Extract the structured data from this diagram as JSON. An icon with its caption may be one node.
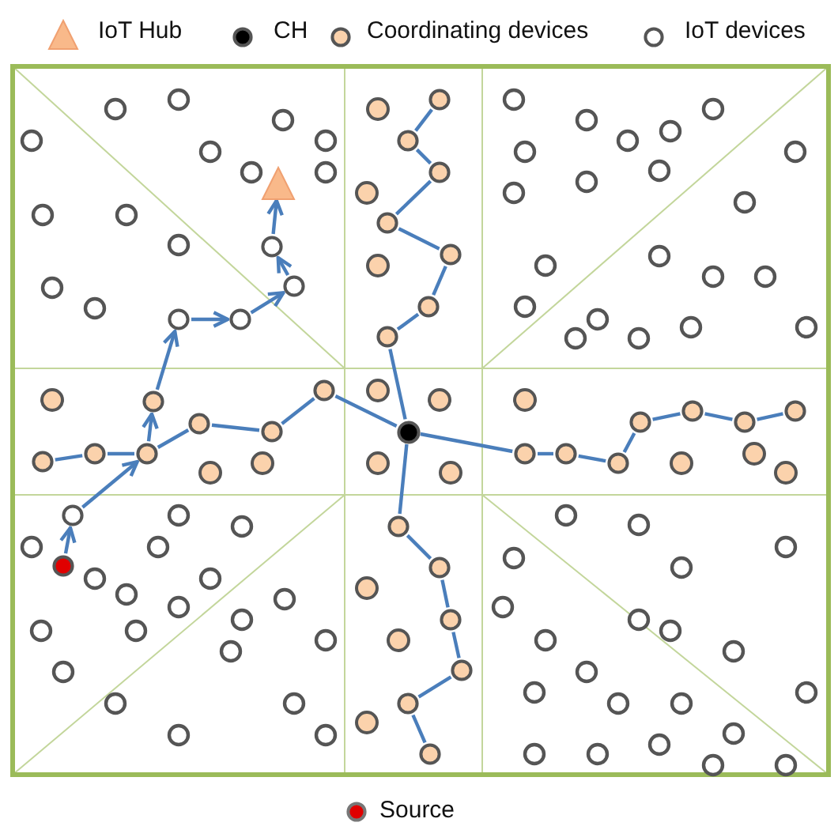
{
  "diagram": {
    "nodes": [
      {
        "text": [],
        "shape": "circle"
      },
      {
        "text": [],
        "shape": "circle"
      },
      {
        "text": [],
        "shape": "circle"
      },
      {
        "text": [],
        "shape": "triangle"
      },
      {
        "text": [],
        "shape": "circle"
      },
      {
        "text": [],
        "shape": "circle"
      },
      {
        "text": [],
        "shape": "circle"
      },
      {
        "text": [],
        "shape": "circle"
      },
      {
        "text": [],
        "shape": "circle"
      },
      {
        "text": [],
        "shape": "circle"
      },
      {
        "text": [],
        "shape": "circle"
      },
      {
        "text": [],
        "shape": "circle"
      },
      {
        "text": [],
        "shape": "circle"
      },
      {
        "text": [],
        "shape": "circle"
      },
      {
        "text": [],
        "shape": "circle"
      },
      {
        "text": [],
        "shape": "circle"
      },
      {
        "text": [],
        "shape": "circle"
      },
      {
        "text": [],
        "shape": "circle"
      },
      {
        "text": [],
        "shape": "circle"
      },
      {
        "text": [],
        "shape": "circle"
      },
      {
        "text": [],
        "shape": "circle"
      },
      {
        "text": [],
        "shape": "circle"
      },
      {
        "text": [],
        "shape": "circle"
      },
      {
        "text": [],
        "shape": "circle"
      },
      {
        "text": [],
        "shape": "circle"
      },
      {
        "text": [],
        "shape": "circle"
      },
      {
        "text": [],
        "shape": "circle"
      },
      {
        "text": [],
        "shape": "circle"
      },
      {
        "text": [],
        "shape": "circle"
      },
      {
        "text": [],
        "shape": "circle"
      },
      {
        "text": [],
        "shape": "circle"
      },
      {
        "text": [],
        "shape": "circle"
      },
      {
        "text": [],
        "shape": "circle"
      },
      {
        "text": [],
        "shape": "circle"
      },
      {
        "text": [],
        "shape": "circle"
      }
    ],
    "edges": [
      {
        "from": 29,
        "to": 27,
        "arrow": "to"
      },
      {
        "from": 27,
        "to": 22,
        "arrow": "to"
      },
      {
        "from": 22,
        "to": 13,
        "arrow": "to"
      },
      {
        "from": 13,
        "to": 9,
        "arrow": "to"
      },
      {
        "from": 9,
        "to": 10,
        "arrow": "to"
      },
      {
        "from": 10,
        "to": 7,
        "arrow": "to"
      },
      {
        "from": 7,
        "to": 5,
        "arrow": "to"
      },
      {
        "from": 5,
        "to": 3,
        "arrow": "to"
      },
      {
        "from": 25,
        "to": 21,
        "arrow": "none"
      },
      {
        "from": 21,
        "to": 22,
        "arrow": "none"
      },
      {
        "from": 22,
        "to": 16,
        "arrow": "none"
      },
      {
        "from": 16,
        "to": 19,
        "arrow": "none"
      },
      {
        "from": 19,
        "to": 12,
        "arrow": "none"
      },
      {
        "from": 12,
        "to": 20,
        "arrow": "none"
      },
      {
        "from": 20,
        "to": 11,
        "arrow": "none"
      },
      {
        "from": 11,
        "to": 8,
        "arrow": "none"
      },
      {
        "from": 8,
        "to": 6,
        "arrow": "none"
      },
      {
        "from": 6,
        "to": 4,
        "arrow": "none"
      },
      {
        "from": 4,
        "to": 2,
        "arrow": "none"
      },
      {
        "from": 2,
        "to": 1,
        "arrow": "none"
      },
      {
        "from": 1,
        "to": 0,
        "arrow": "none"
      },
      {
        "from": 20,
        "to": 23,
        "arrow": "none"
      },
      {
        "from": 23,
        "to": 24,
        "arrow": "none"
      },
      {
        "from": 24,
        "to": 26,
        "arrow": "none"
      },
      {
        "from": 26,
        "to": 17,
        "arrow": "none"
      },
      {
        "from": 17,
        "to": 14,
        "arrow": "none"
      },
      {
        "from": 14,
        "to": 18,
        "arrow": "none"
      },
      {
        "from": 18,
        "to": 15,
        "arrow": "none"
      },
      {
        "from": 20,
        "to": 28,
        "arrow": "none"
      },
      {
        "from": 28,
        "to": 30,
        "arrow": "none"
      },
      {
        "from": 30,
        "to": 31,
        "arrow": "none"
      },
      {
        "from": 31,
        "to": 32,
        "arrow": "none"
      },
      {
        "from": 32,
        "to": 33,
        "arrow": "none"
      },
      {
        "from": 33,
        "to": 34,
        "arrow": "none"
      }
    ],
    "legend": [
      {
        "text": "IoT Hub"
      },
      {
        "text": "CH"
      },
      {
        "text": "Coordinating devices"
      },
      {
        "text": "IoT devices"
      },
      {
        "text": "Source"
      }
    ]
  }
}
